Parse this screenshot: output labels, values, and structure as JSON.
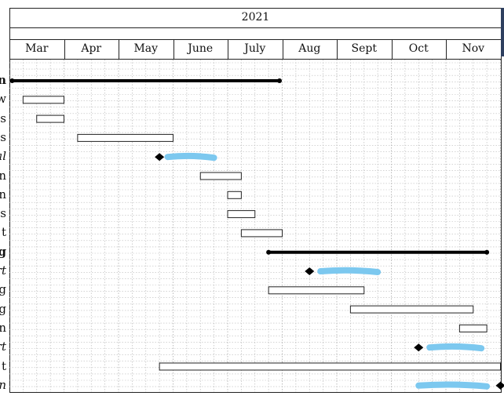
{
  "header": {
    "year": "2021",
    "months": [
      "Mar",
      "Apr",
      "May",
      "June",
      "July",
      "Aug",
      "Sept",
      "Oct",
      "Nov"
    ]
  },
  "row_tails": [
    {
      "text": "n",
      "style": "bold"
    },
    {
      "text": "w",
      "style": "normal"
    },
    {
      "text": "s",
      "style": "normal"
    },
    {
      "text": "s",
      "style": "normal"
    },
    {
      "text": "al",
      "style": "italic"
    },
    {
      "text": "n",
      "style": "normal"
    },
    {
      "text": "n",
      "style": "normal"
    },
    {
      "text": "s",
      "style": "normal"
    },
    {
      "text": "t",
      "style": "normal"
    },
    {
      "text": "g",
      "style": "bold"
    },
    {
      "text": "rt",
      "style": "italic"
    },
    {
      "text": "g",
      "style": "normal"
    },
    {
      "text": "g",
      "style": "normal"
    },
    {
      "text": "n",
      "style": "normal"
    },
    {
      "text": "rt",
      "style": "italic"
    },
    {
      "text": "t",
      "style": "normal"
    },
    {
      "text": "n",
      "style": "italic"
    }
  ],
  "chart_data": {
    "type": "gantt",
    "time_axis": {
      "year": "2021",
      "months": [
        "Mar",
        "Apr",
        "May",
        "June",
        "July",
        "Aug",
        "Sept",
        "Oct",
        "Nov"
      ],
      "start_month": "Mar",
      "end_month": "Nov"
    },
    "tasks": [
      {
        "row": 0,
        "kind": "summary",
        "start": 0.05,
        "end": 4.95
      },
      {
        "row": 1,
        "kind": "task",
        "start": 0.25,
        "end": 1.0
      },
      {
        "row": 2,
        "kind": "task",
        "start": 0.5,
        "end": 1.0
      },
      {
        "row": 3,
        "kind": "task",
        "start": 1.25,
        "end": 3.0
      },
      {
        "row": 4,
        "kind": "milestone",
        "at": 2.75
      },
      {
        "row": 5,
        "kind": "task",
        "start": 3.5,
        "end": 4.25
      },
      {
        "row": 6,
        "kind": "task",
        "start": 4.0,
        "end": 4.25
      },
      {
        "row": 7,
        "kind": "task",
        "start": 4.0,
        "end": 4.5
      },
      {
        "row": 8,
        "kind": "task",
        "start": 4.25,
        "end": 5.0
      },
      {
        "row": 9,
        "kind": "summary",
        "start": 4.75,
        "end": 8.75
      },
      {
        "row": 10,
        "kind": "milestone",
        "at": 5.5
      },
      {
        "row": 11,
        "kind": "task",
        "start": 4.75,
        "end": 6.5
      },
      {
        "row": 12,
        "kind": "task",
        "start": 6.25,
        "end": 8.5
      },
      {
        "row": 13,
        "kind": "task",
        "start": 8.25,
        "end": 8.75
      },
      {
        "row": 14,
        "kind": "milestone",
        "at": 7.5
      },
      {
        "row": 15,
        "kind": "task",
        "start": 2.75,
        "end": 9.0
      },
      {
        "row": 16,
        "kind": "milestone",
        "at": 9.0
      }
    ],
    "highlights": [
      {
        "row": 4,
        "start": 2.9,
        "end": 3.75,
        "color": "#7cc8ef"
      },
      {
        "row": 10,
        "start": 5.7,
        "end": 6.75,
        "color": "#7cc8ef"
      },
      {
        "row": 14,
        "start": 7.7,
        "end": 8.65,
        "color": "#7cc8ef"
      },
      {
        "row": 16,
        "start": 7.5,
        "end": 8.75,
        "color": "#7cc8ef"
      }
    ]
  },
  "colors": {
    "bar_stroke": "#222222",
    "summary": "#000000",
    "highlight": "#7cc8ef",
    "grid": "#bbbbbb",
    "window_edge": "#2e3f5f"
  }
}
